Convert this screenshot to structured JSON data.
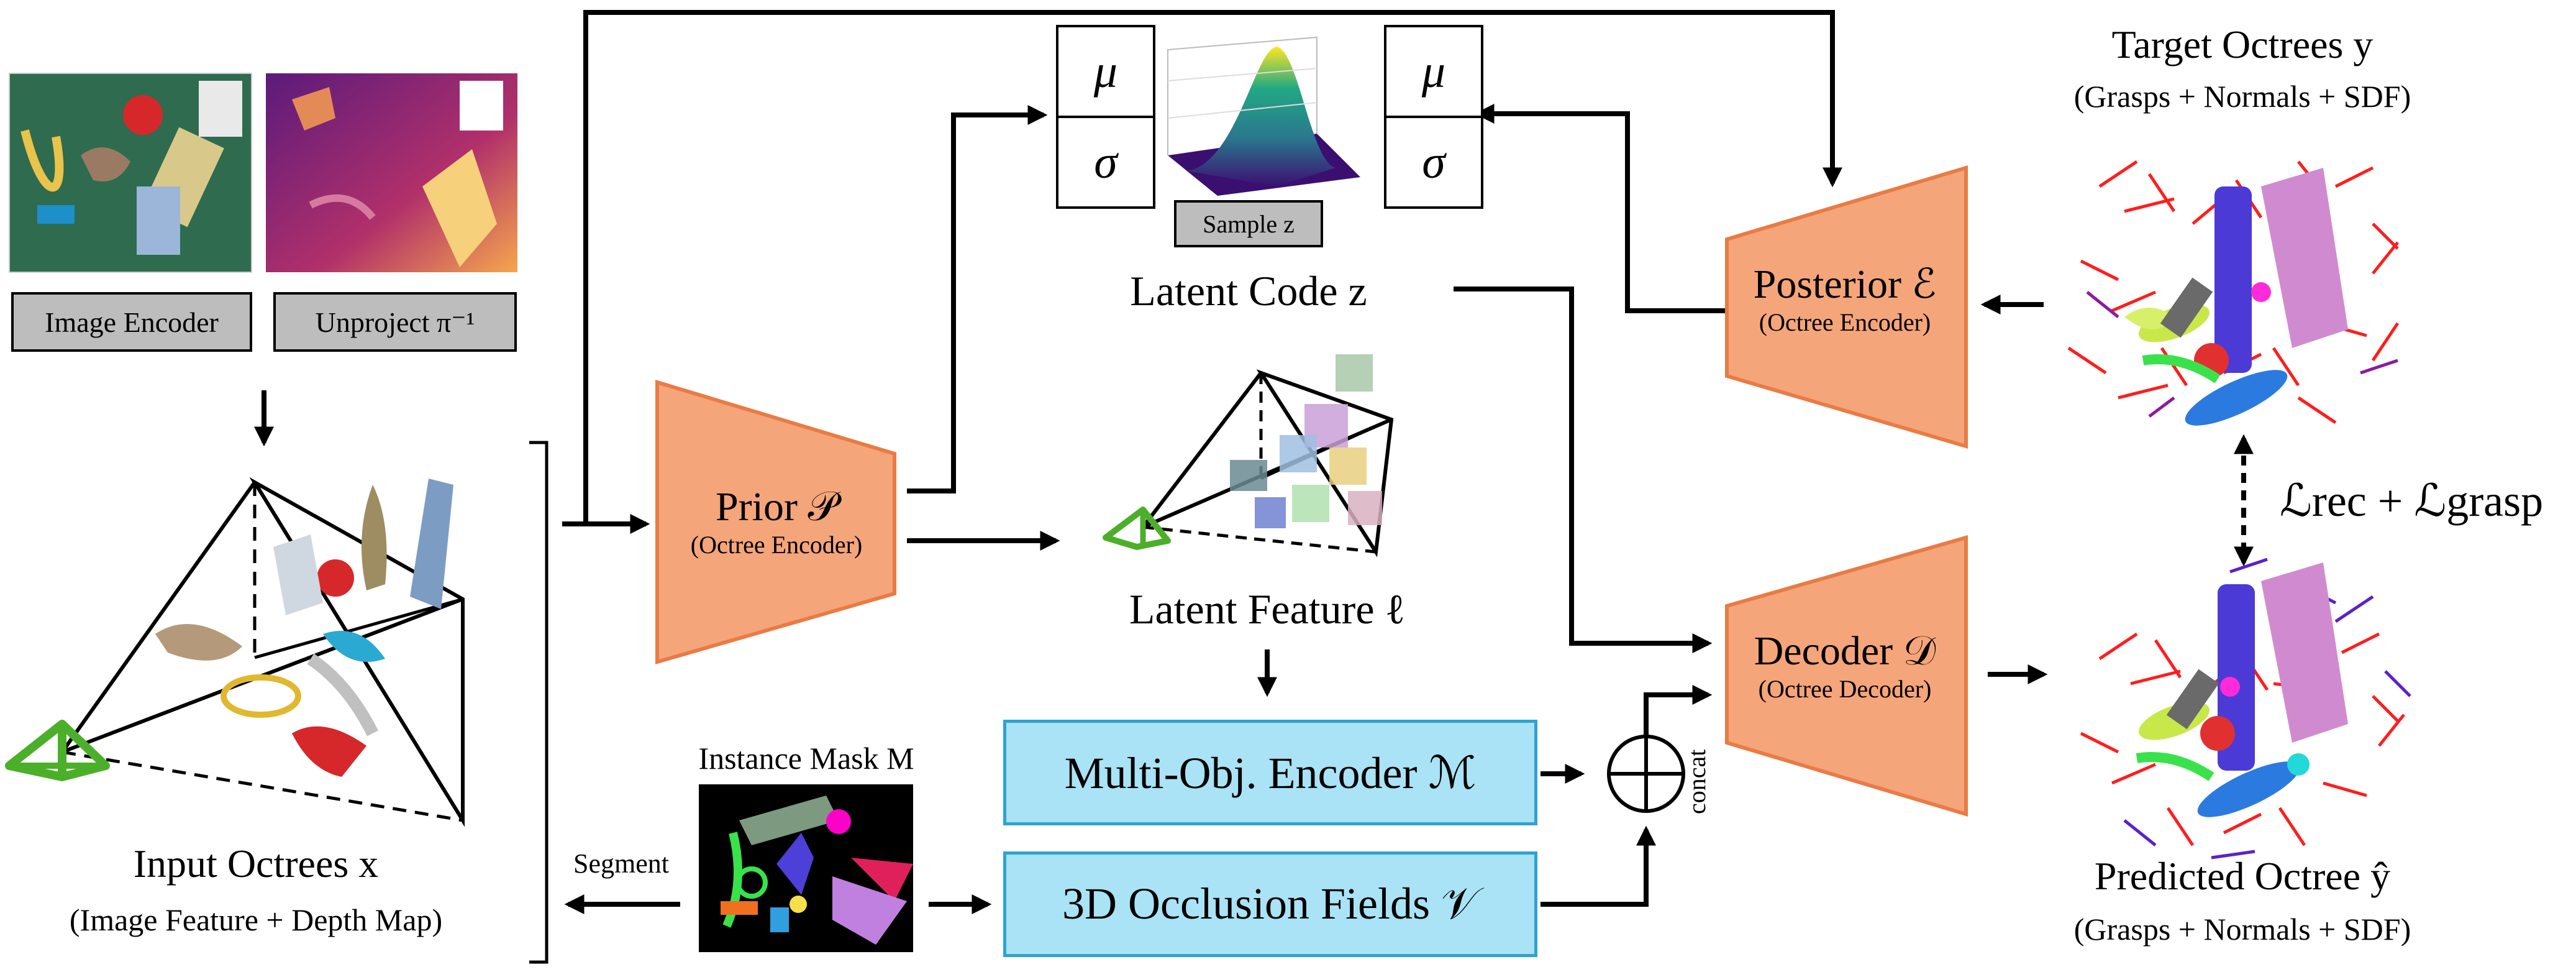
{
  "colors": {
    "encoder_fill": "#f5a57a",
    "encoder_stroke": "#e97b45",
    "blue_fill": "#a9e3f5",
    "blue_stroke": "#2ea3d0",
    "grey_button": "#bdbdbd",
    "camera_green": "#4caf2a"
  },
  "inputs": {
    "image_encoder": "Image Encoder",
    "unproject": "Unproject π⁻¹",
    "input_title": "Input Octrees x",
    "input_sub": "(Image Feature + Depth Map)",
    "segment": "Segment",
    "mask_title": "Instance Mask M"
  },
  "prior": {
    "title": "Prior 𝒫",
    "sub": "(Octree Encoder)"
  },
  "latent": {
    "mu": "μ",
    "sigma": "σ",
    "sample": "Sample z",
    "code": "Latent Code z",
    "feature": "Latent Feature ℓ"
  },
  "posterior": {
    "title": "Posterior ℰ",
    "sub": "(Octree Encoder)"
  },
  "decoder": {
    "title": "Decoder 𝒟",
    "sub": "(Octree Decoder)"
  },
  "modules": {
    "multi_obj": "Multi-Obj. Encoder ℳ",
    "occlusion": "3D Occlusion Fields 𝒱",
    "concat": "concat"
  },
  "targets": {
    "target_title": "Target Octrees y",
    "target_sub": "(Grasps + Normals + SDF)",
    "loss": "ℒrec + ℒgrasp",
    "pred_title": "Predicted Octree ŷ",
    "pred_sub": "(Grasps + Normals + SDF)"
  }
}
